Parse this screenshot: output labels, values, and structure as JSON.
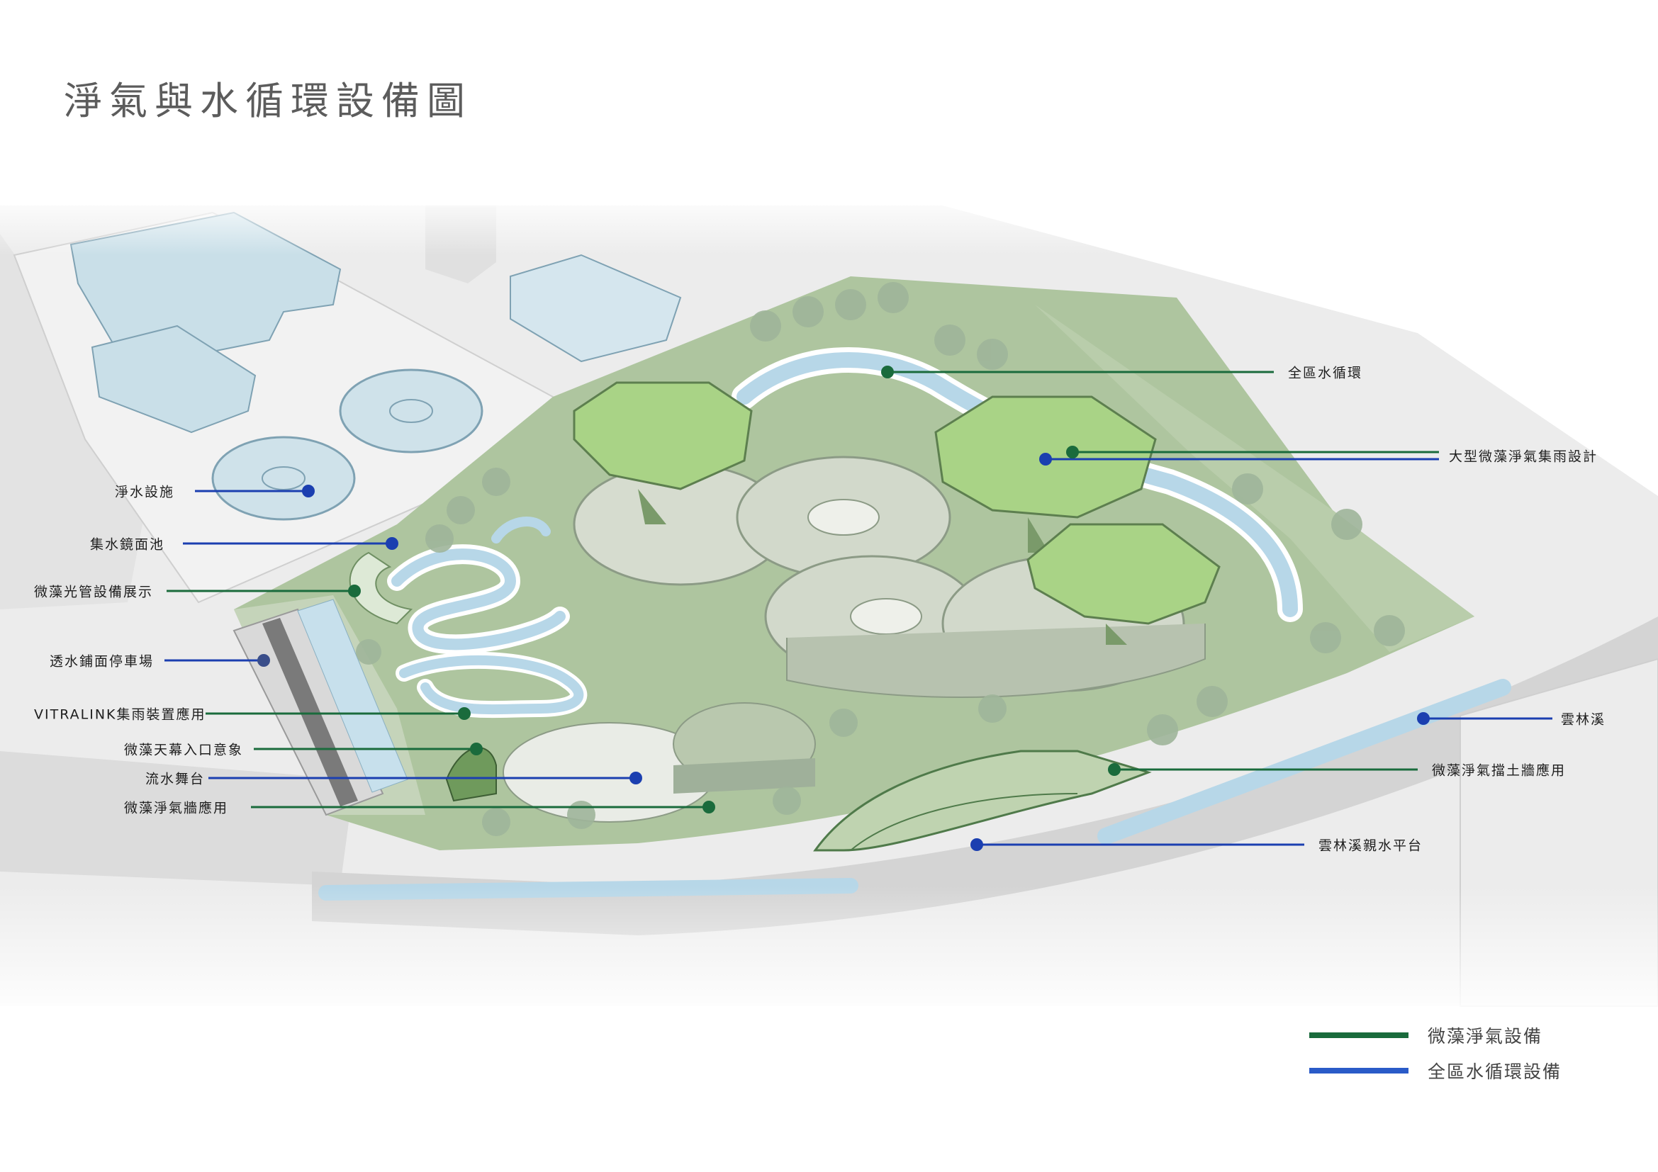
{
  "title": "淨氣與水循環設備圖",
  "colors": {
    "green": "#1a6b3c",
    "blue": "#1b3fb0",
    "water": "#b7d7e8",
    "lawn": "#aec59f",
    "tree": "#9fb59a",
    "canopy": "#a9d386"
  },
  "labels_left": [
    {
      "text": "淨水設施",
      "type": "blue"
    },
    {
      "text": "集水鏡面池",
      "type": "blue"
    },
    {
      "text": "微藻光管設備展示",
      "type": "green"
    },
    {
      "text": "透水鋪面停車場",
      "type": "blue"
    },
    {
      "text": "VITRALINK集雨裝置應用",
      "type": "green"
    },
    {
      "text": "微藻天幕入口意象",
      "type": "green"
    },
    {
      "text": "流水舞台",
      "type": "blue"
    },
    {
      "text": "微藻淨氣牆應用",
      "type": "green"
    }
  ],
  "labels_right": [
    {
      "text": "全區水循環",
      "type": "green"
    },
    {
      "text": "大型微藻淨氣集雨設計",
      "type": "green+blue"
    },
    {
      "text": "雲林溪",
      "type": "blue"
    },
    {
      "text": "微藻淨氣擋土牆應用",
      "type": "green"
    },
    {
      "text": "雲林溪親水平台",
      "type": "blue"
    }
  ],
  "legend": [
    {
      "label": "微藻淨氣設備",
      "color": "#1a6b3c"
    },
    {
      "label": "全區水循環設備",
      "color": "#2a5bc8"
    }
  ]
}
